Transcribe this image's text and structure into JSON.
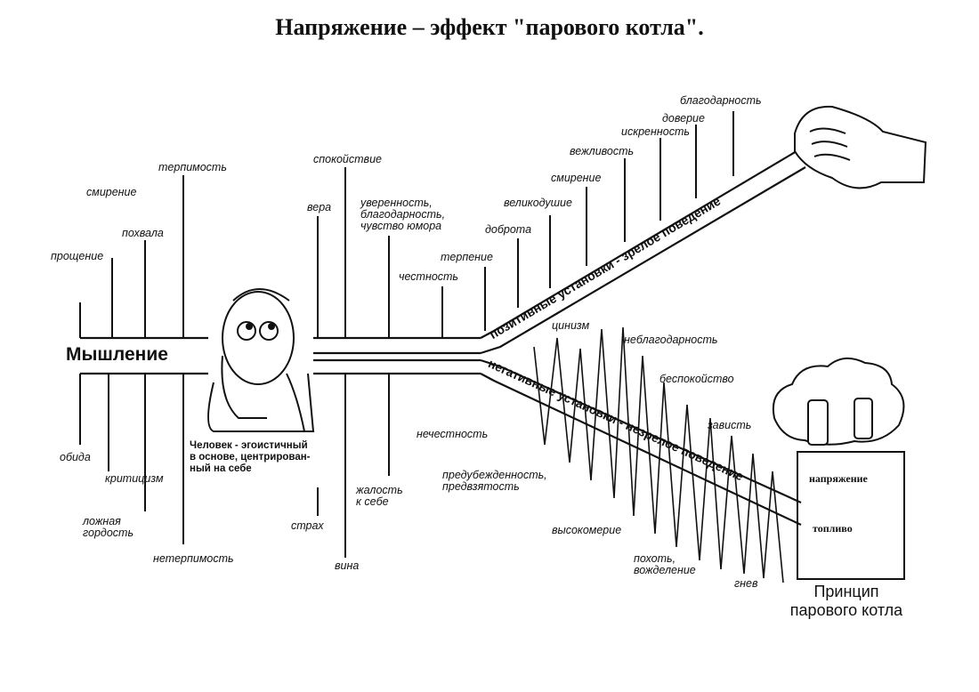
{
  "title": "Напряжение – эффект \"парового котла\".",
  "main_label": "Мышление",
  "person_caption": "Человек - эгоистичный\nв основе, центрирован-\nный на себе",
  "upper_band_label": "позитивные установки - зрелое поведение",
  "lower_band_label": "негативные установки - незрелое поведение",
  "boiler": {
    "top_label": "напряжение",
    "bottom_label": "топливо"
  },
  "principle_caption": "Принцип\nпарового котла",
  "labels": {
    "proshchenie": "прощение",
    "smirenie_left": "смирение",
    "pokhvala": "похвала",
    "terpimost": "терпимость",
    "obida": "обида",
    "krititsizm": "критицизм",
    "lozhnaya_gordost": "ложная\nгордость",
    "neterpimost": "нетерпимость",
    "spokoystvie": "спокойствие",
    "vera": "вера",
    "uverennost": "уверенность,\nблагодарность,\nчувство юмора",
    "chestnost": "честность",
    "terpenie": "терпение",
    "dobrota": "доброта",
    "velikodushie": "великодушие",
    "smirenie_right": "смирение",
    "vezhlivost": "вежливость",
    "iskrennost": "искренность",
    "doverie": "доверие",
    "blagodarnost": "благодарность",
    "nechestnost": "нечестность",
    "zhalost": "жалость\nк себе",
    "strakh": "страх",
    "vina": "вина",
    "predubezhdennost": "предубежденность,\nпредвзятость",
    "vysokomerie": "высокомерие",
    "tsinizm": "цинизм",
    "neblagodarnost": "неблагодарность",
    "bespokoystvo": "беспокойство",
    "zavist": "зависть",
    "pokhot": "похоть,\nвожделение",
    "gnev": "гнев"
  }
}
